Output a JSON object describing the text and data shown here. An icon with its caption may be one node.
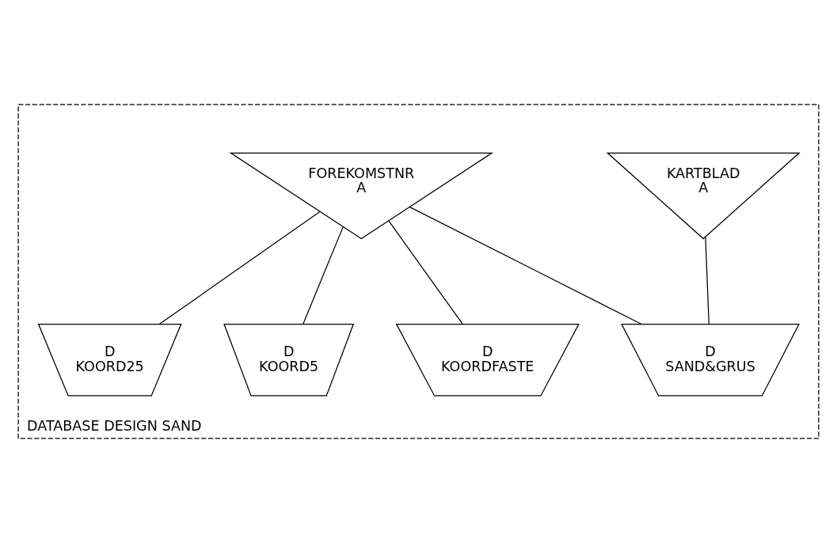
{
  "diagram": {
    "nodes": [
      {
        "text": [
          "DATABASE DESIGN SAND"
        ]
      },
      {
        "text": [
          "KARTBLAD",
          "A"
        ],
        "in": 0
      },
      {
        "text": [
          "FOREKOMSTNR",
          "A"
        ],
        "in": 0
      },
      {
        "text": [
          "D",
          "SAND&GRUS"
        ],
        "in": 0
      },
      {
        "text": [
          "D",
          "KOORD25"
        ],
        "in": 0
      },
      {
        "text": [
          "D",
          "KOORD5"
        ],
        "in": 0
      },
      {
        "text": [
          "D",
          "KOORDFASTE"
        ],
        "in": 0
      }
    ],
    "edges": [
      {
        "from": 1,
        "to": 3,
        "arrow": "none"
      },
      {
        "from": 2,
        "to": 3,
        "arrow": "none"
      },
      {
        "from": 2,
        "to": 4,
        "arrow": "none"
      },
      {
        "from": 2,
        "to": 5,
        "arrow": "none"
      },
      {
        "from": 2,
        "to": 6,
        "arrow": "none"
      }
    ]
  }
}
